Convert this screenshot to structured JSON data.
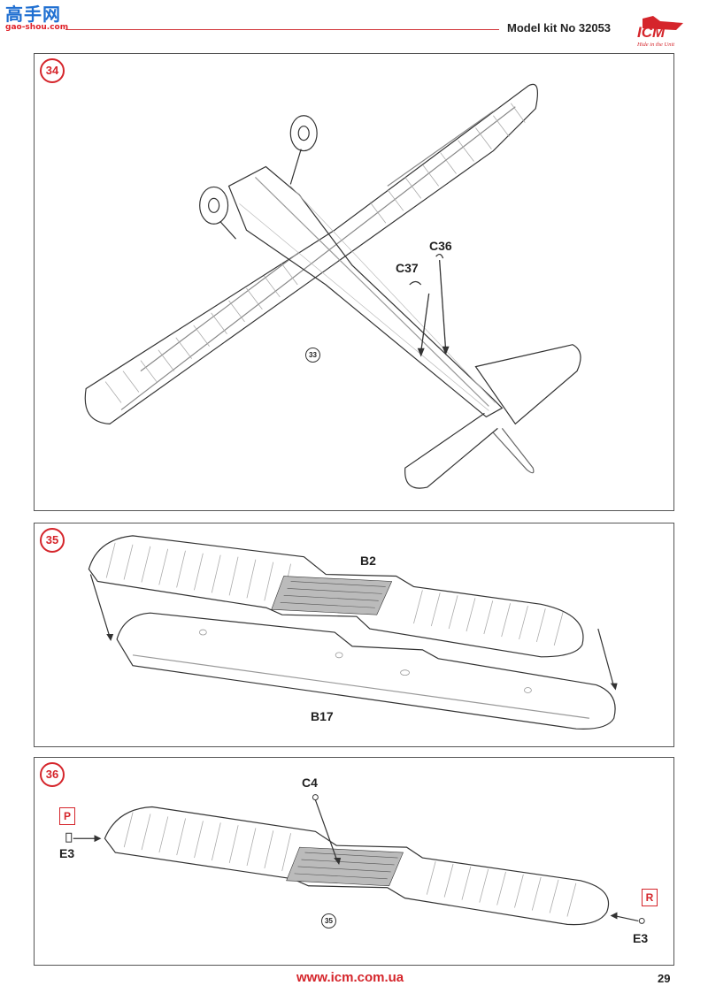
{
  "watermark": {
    "name": "高手网",
    "url": "gao-shou.com"
  },
  "header": {
    "kit_title": "Model kit No 32053",
    "logo": {
      "brand": "ICM",
      "tagline": "Hide in the Unit"
    }
  },
  "steps": [
    {
      "number": "34",
      "part_labels": [
        "C36",
        "C37"
      ],
      "ref": "33"
    },
    {
      "number": "35",
      "part_labels": [
        "B2",
        "B17"
      ]
    },
    {
      "number": "36",
      "part_labels": [
        "C4",
        "E3",
        "E3"
      ],
      "ref": "35",
      "marks": [
        "P",
        "R"
      ]
    }
  ],
  "footer": {
    "url": "www.icm.com.ua",
    "page": "29"
  },
  "colors": {
    "accent": "#d5252b",
    "line": "#555555",
    "watermark_blue": "#1f6fd1"
  }
}
